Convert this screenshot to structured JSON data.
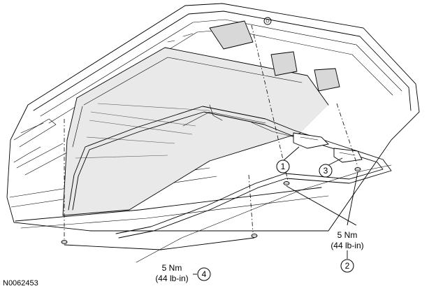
{
  "figure_id": "N0062453",
  "callouts": [
    {
      "number": "1"
    },
    {
      "number": "2"
    },
    {
      "number": "3"
    },
    {
      "number": "4"
    }
  ],
  "torque_specs": [
    {
      "id": "torque-2",
      "line1": "5 Nm",
      "line2": "(44 lb-in)"
    },
    {
      "id": "torque-4",
      "line1": "5 Nm",
      "line2": "(44 lb-in)"
    }
  ]
}
